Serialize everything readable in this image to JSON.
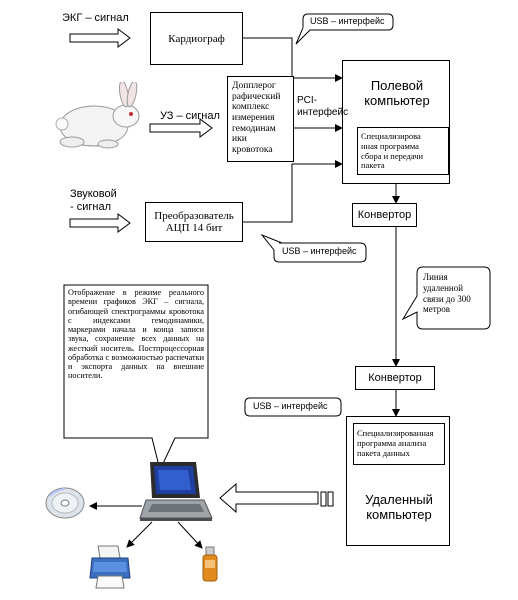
{
  "inputs": {
    "ecg": "ЭКГ – сигнал",
    "us": "УЗ – сигнал",
    "sound": "Звуковой\n- сигнал"
  },
  "blocks": {
    "cardiograph": "Кардиограф",
    "doppler": "Допплерог\nрафический\nкомплекс\nизмерения\nгемодинам\nики\nкровотока",
    "adc": "Преобразователь\nАЦП  14 бит",
    "field_pc": "Полевой\nкомпьютер",
    "field_program": "Специализирова\nнная  программа\nсбора  и передачи\nпакета",
    "converter_top": "Конвертор",
    "converter_bottom": "Конвертор",
    "remote_program": "Специализированная\nпрограмма  анализа\nпакета данных",
    "remote_pc": "Удаленный\nкомпьютер"
  },
  "callouts": {
    "usb_top": "USB – интерфейс",
    "pci": "PCI-\nинтерфейс",
    "usb_mid": "USB – интерфейс",
    "line": "Линия\nудаленной\nсвязи до 300\nметров",
    "usb_bottom": "USB – интерфейс",
    "display": "Отображение в режиме реального времени графиков ЭКГ – сигнала, огибающей спектрограммы кровотока с индексами гемодинамики, маркерами начала и конца записи звука, сохранение всех данных на жесткий носитель. Постпроцессорная обработка с возможностью распечатки и экспорта данных на внешние носители."
  },
  "colors": {
    "laptop_screen": "#1f3fa0",
    "usb_drive": "#e08a1c",
    "printer": "#3b6fc0"
  }
}
